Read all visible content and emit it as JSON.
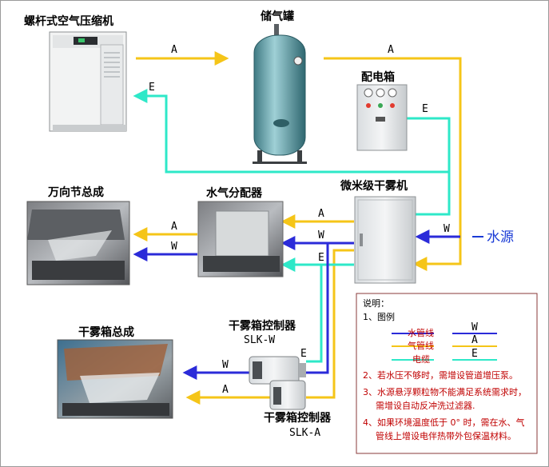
{
  "components": {
    "compressor": "螺杆式空气压缩机",
    "tank": "储气罐",
    "power_box": "配电箱",
    "fogger": "微米级干雾机",
    "distributor": "水气分配器",
    "joint_assembly": "万向节总成",
    "fog_box_assembly": "干雾箱总成",
    "controller_w": "干雾箱控制器",
    "controller_w_code": "SLK-W",
    "controller_a": "干雾箱控制器",
    "controller_a_code": "SLK-A"
  },
  "water_source": "水源",
  "pipe_labels": {
    "A": "A",
    "E": "E",
    "W": "W"
  },
  "colors": {
    "water": "#2b2bd9",
    "air": "#f5c518",
    "electric": "#2ee8c8"
  },
  "legend": {
    "title": "说明：",
    "item1": "1、图例",
    "rows": [
      {
        "name": "水管线",
        "code": "W"
      },
      {
        "name": "气管线",
        "code": "A"
      },
      {
        "name": "电缆",
        "code": "E"
      }
    ],
    "note2": "2、若水压不够时，需增设管道增压泵。",
    "note3a": "3、水源悬浮颗粒物不能满足系统需求时，",
    "note3b": "需增设自动反冲洗过滤器.",
    "note4a": "4、如果环境温度低于 0° 时，需在水、气",
    "note4b": "管线上增设电伴热带外包保温材料。"
  }
}
